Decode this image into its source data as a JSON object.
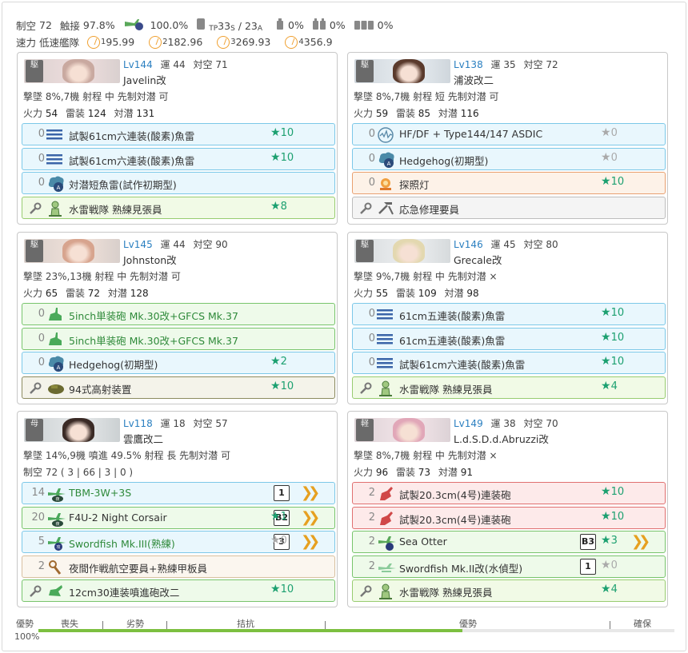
{
  "summary": {
    "air_label": "制空",
    "air": "72",
    "los_label": "触接",
    "los": "97.8%",
    "contact_pct": "100.0%",
    "tp": "33",
    "tp_sub": "TP",
    "tp_slash": "/ 23",
    "tp_sub2": "S",
    "tp_sub3": "A",
    "fuel1": "0%",
    "fuel2": "0%",
    "fuel3": "0%",
    "speed_label": "速力",
    "speed": "低速艦隊",
    "los1": "1",
    "los1v": "95.99",
    "los2": "2",
    "los2v": "182.96",
    "los3": "3",
    "los3v": "269.93",
    "los4": "4",
    "los4v": "356.9"
  },
  "ships": [
    {
      "type_tag": "駆",
      "lv_label": "Lv",
      "lv": "144",
      "luck_label": "運",
      "luck": "44",
      "aa_label": "対空",
      "aa": "71",
      "name": "Javelin改",
      "line2": "撃墜 8%,7機  射程 中  先制対潜 可",
      "line3a": "火力",
      "fp": "54",
      "line3b": "雷装",
      "tp": "124",
      "line3c": "対潜",
      "asw": "131",
      "slots": [
        {
          "count": "0",
          "name": "試製61cm六連装(酸素)魚雷",
          "star": "★",
          "lvl": "10"
        },
        {
          "count": "0",
          "name": "試製61cm六連装(酸素)魚雷",
          "star": "★",
          "lvl": "10"
        },
        {
          "count": "0",
          "name": "対潜短魚雷(試作初期型)",
          "star": "",
          "lvl": ""
        },
        {
          "count": "",
          "name": "水雷戦隊 熟練見張員",
          "star": "★",
          "lvl": "8"
        }
      ]
    },
    {
      "type_tag": "駆",
      "lv_label": "Lv",
      "lv": "138",
      "luck_label": "運",
      "luck": "35",
      "aa_label": "対空",
      "aa": "72",
      "name": "浦波改二",
      "line2": "撃墜 8%,7機  射程 短  先制対潜 可",
      "line3a": "火力",
      "fp": "59",
      "line3b": "雷装",
      "tp": "85",
      "line3c": "対潜",
      "asw": "116",
      "slots": [
        {
          "count": "0",
          "name": "HF/DF + Type144/147 ASDIC",
          "star": "★",
          "lvl": "0"
        },
        {
          "count": "0",
          "name": "Hedgehog(初期型)",
          "star": "★",
          "lvl": "0"
        },
        {
          "count": "0",
          "name": "探照灯",
          "star": "★",
          "lvl": "10"
        },
        {
          "count": "",
          "name": "応急修理要員",
          "star": "",
          "lvl": ""
        }
      ]
    },
    {
      "type_tag": "駆",
      "lv_label": "Lv",
      "lv": "145",
      "luck_label": "運",
      "luck": "44",
      "aa_label": "対空",
      "aa": "90",
      "name": "Johnston改",
      "line2": "撃墜 23%,13機  射程 中  先制対潜 可",
      "line3a": "火力",
      "fp": "65",
      "line3b": "雷装",
      "tp": "72",
      "line3c": "対潜",
      "asw": "128",
      "slots": [
        {
          "count": "0",
          "name": "5inch単装砲 Mk.30改+GFCS Mk.37",
          "star": "",
          "lvl": ""
        },
        {
          "count": "0",
          "name": "5inch単装砲 Mk.30改+GFCS Mk.37",
          "star": "",
          "lvl": ""
        },
        {
          "count": "0",
          "name": "Hedgehog(初期型)",
          "star": "★",
          "lvl": "2"
        },
        {
          "count": "",
          "name": "94式高射装置",
          "star": "★",
          "lvl": "10"
        }
      ]
    },
    {
      "type_tag": "駆",
      "lv_label": "Lv",
      "lv": "146",
      "luck_label": "運",
      "luck": "45",
      "aa_label": "対空",
      "aa": "80",
      "name": "Grecale改",
      "line2": "撃墜 9%,7機  射程 中  先制対潜 ×",
      "line3a": "火力",
      "fp": "55",
      "line3b": "雷装",
      "tp": "109",
      "line3c": "対潜",
      "asw": "98",
      "slots": [
        {
          "count": "0",
          "name": "61cm五連装(酸素)魚雷",
          "star": "★",
          "lvl": "10"
        },
        {
          "count": "0",
          "name": "61cm五連装(酸素)魚雷",
          "star": "★",
          "lvl": "10"
        },
        {
          "count": "0",
          "name": "試製61cm六連装(酸素)魚雷",
          "star": "★",
          "lvl": "10"
        },
        {
          "count": "",
          "name": "水雷戦隊 熟練見張員",
          "star": "★",
          "lvl": "4"
        }
      ]
    },
    {
      "type_tag": "母",
      "lv_label": "Lv",
      "lv": "118",
      "luck_label": "運",
      "luck": "18",
      "aa_label": "対空",
      "aa": "57",
      "name": "雲鷹改二",
      "line2": "撃墜 14%,9機  噴進 49.5%  射程 長  先制対潜 可",
      "line3": "制空 72 ( 3 | 66 | 3 | 0 )",
      "slots": [
        {
          "count": "14",
          "name": "TBM-3W+3S",
          "star": "",
          "lvl": "",
          "prof": "1"
        },
        {
          "count": "20",
          "name": "F4U-2 Night Corsair",
          "star": "★",
          "lvl": "1",
          "prof": "B2"
        },
        {
          "count": "5",
          "name": "Swordfish Mk.III(熟練)",
          "star": "★",
          "lvl": "0",
          "prof": "3"
        },
        {
          "count": "2",
          "name": "夜間作戦航空要員+熟練甲板員",
          "star": "",
          "lvl": ""
        },
        {
          "count": "",
          "name": "12cm30連装噴進砲改二",
          "star": "★",
          "lvl": "10"
        }
      ]
    },
    {
      "type_tag": "軽",
      "lv_label": "Lv",
      "lv": "149",
      "luck_label": "運",
      "luck": "38",
      "aa_label": "対空",
      "aa": "70",
      "name": "L.d.S.D.d.Abruzzi改",
      "line2": "撃墜 8%,7機  射程 中  先制対潜 ×",
      "line3a": "火力",
      "fp": "96",
      "line3b": "雷装",
      "tp": "73",
      "line3c": "対潜",
      "asw": "91",
      "slots": [
        {
          "count": "2",
          "name": "試製20.3cm(4号)連装砲",
          "star": "★",
          "lvl": "10"
        },
        {
          "count": "2",
          "name": "試製20.3cm(4号)連装砲",
          "star": "★",
          "lvl": "10"
        },
        {
          "count": "2",
          "name": "Sea Otter",
          "star": "★",
          "lvl": "3",
          "prof": "B3"
        },
        {
          "count": "2",
          "name": "Swordfish Mk.II改(水偵型)",
          "star": "★",
          "lvl": "0",
          "prof": "1"
        },
        {
          "count": "",
          "name": "水雷戦隊 熟練見張員",
          "star": "★",
          "lvl": "4"
        }
      ]
    }
  ],
  "meter": {
    "left_label": "優勢",
    "pct": "100%",
    "l1": "喪失",
    "l2": "劣勢",
    "l3": "拮抗",
    "l4": "優勢",
    "l5": "確保"
  },
  "colors": {
    "accent": "#2a7fc0",
    "star": "#1ca070",
    "bar": "#7cbf40",
    "chevron": "#e6a020"
  }
}
